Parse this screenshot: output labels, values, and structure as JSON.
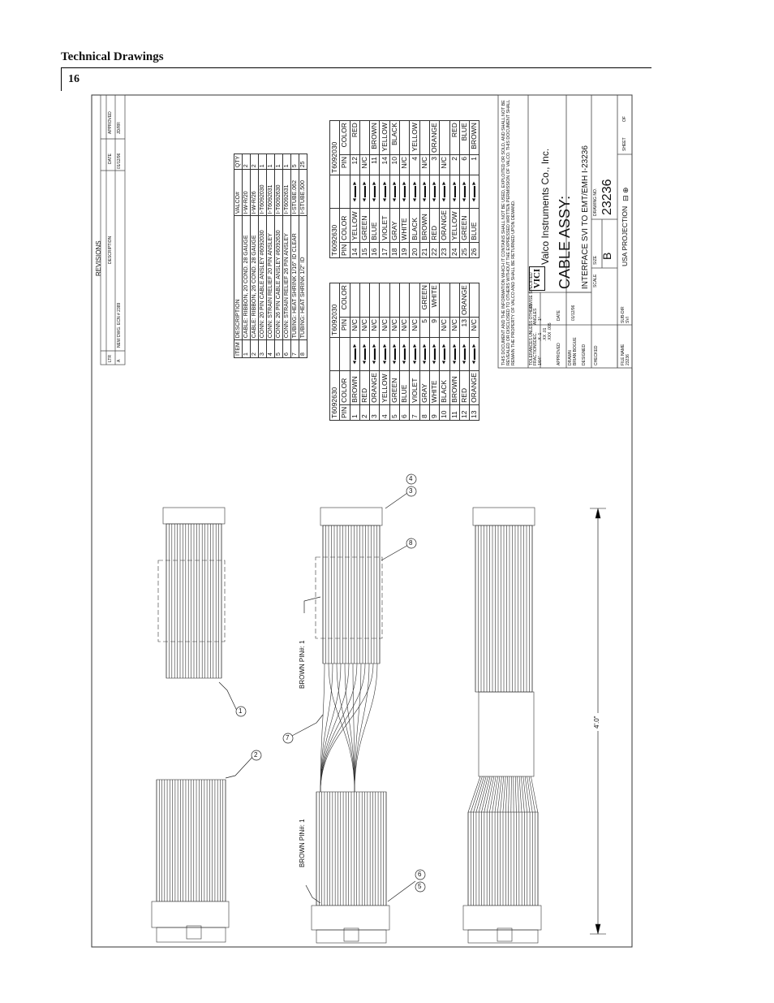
{
  "page": {
    "section_title": "Technical Drawings",
    "page_number": "16"
  },
  "revisions": {
    "title": "REVISIONS",
    "col_ltr": "LTR",
    "col_description": "DESCRIPTION",
    "col_date": "DATE",
    "col_approved": "APPROVED",
    "rows": [
      {
        "ltr": "A",
        "description": "NEW DWG. ECN # 2389",
        "date": "01/12/96",
        "approved": "JD/RR"
      }
    ]
  },
  "bom": {
    "col_item": "ITEM",
    "col_description": "DESCRIPTION",
    "col_valco": "VALCO#",
    "col_qty": "QTY",
    "rows": [
      {
        "item": "1",
        "description": "CABLE: RIBBON, 20 COND. 28 GAUGE",
        "valco": "I-W-R/20",
        "qty": "2"
      },
      {
        "item": "2",
        "description": "CABLE: RIBBON, 26 COND. 28 GAUGE",
        "valco": "I-W-R/26",
        "qty": "2"
      },
      {
        "item": "3",
        "description": "CONN: 20 PIN CABLE ANSLEY #6092030",
        "valco": "I-T6092030",
        "qty": "1"
      },
      {
        "item": "4",
        "description": "CONN: STRAIN RELIEF 20 PIN ANSLEY",
        "valco": "I-T6092031",
        "qty": "1"
      },
      {
        "item": "5",
        "description": "CONN: 26 PIN CABLE ANSLEY #6092630",
        "valco": "I-T6092630",
        "qty": "1"
      },
      {
        "item": "6",
        "description": "CONN: STRAIN RELIEF 26 PIN ANSLEY",
        "valco": "I-T6092631",
        "qty": "1"
      },
      {
        "item": "7",
        "description": "TUBING: HEAT SHRINK 1/16\" ID CLEAR",
        "valco": "I-STUBE.062",
        "qty": "5"
      },
      {
        "item": "8",
        "description": "TUBING: HEAT SHRINK 1/2\" ID",
        "valco": "I-STUBE.500",
        "qty": "25"
      }
    ]
  },
  "wiring_left": {
    "conn_a": "T6092630",
    "conn_b": "T6092030",
    "col_pin": "PIN",
    "col_color": "COLOR",
    "rows": [
      {
        "pin": "1",
        "color": "BROWN",
        "pin2": "N/C",
        "color2": ""
      },
      {
        "pin": "2",
        "color": "RED",
        "pin2": "N/C",
        "color2": ""
      },
      {
        "pin": "3",
        "color": "ORANGE",
        "pin2": "N/C",
        "color2": ""
      },
      {
        "pin": "4",
        "color": "YELLOW",
        "pin2": "N/C",
        "color2": ""
      },
      {
        "pin": "5",
        "color": "GREEN",
        "pin2": "N/C",
        "color2": ""
      },
      {
        "pin": "6",
        "color": "BLUE",
        "pin2": "N/C",
        "color2": ""
      },
      {
        "pin": "7",
        "color": "VIOLET",
        "pin2": "N/C",
        "color2": ""
      },
      {
        "pin": "8",
        "color": "GRAY",
        "pin2": "5",
        "color2": "GREEN"
      },
      {
        "pin": "9",
        "color": "WHITE",
        "pin2": "9",
        "color2": "WHITE"
      },
      {
        "pin": "10",
        "color": "BLACK",
        "pin2": "N/C",
        "color2": ""
      },
      {
        "pin": "11",
        "color": "BROWN",
        "pin2": "N/C",
        "color2": ""
      },
      {
        "pin": "12",
        "color": "RED",
        "pin2": "13",
        "color2": "ORANGE"
      },
      {
        "pin": "13",
        "color": "ORANGE",
        "pin2": "N/C",
        "color2": ""
      }
    ]
  },
  "wiring_right": {
    "conn_a": "T6092630",
    "conn_b": "T6092030",
    "col_pin": "PIN",
    "col_color": "COLOR",
    "rows": [
      {
        "pin": "14",
        "color": "YELLOW",
        "pin2": "12",
        "color2": "RED"
      },
      {
        "pin": "15",
        "color": "GREEN",
        "pin2": "N/C",
        "color2": ""
      },
      {
        "pin": "16",
        "color": "BLUE",
        "pin2": "11",
        "color2": "BROWN"
      },
      {
        "pin": "17",
        "color": "VIOLET",
        "pin2": "14",
        "color2": "YELLOW"
      },
      {
        "pin": "18",
        "color": "GRAY",
        "pin2": "10",
        "color2": "BLACK"
      },
      {
        "pin": "19",
        "color": "WHITE",
        "pin2": "N/C",
        "color2": ""
      },
      {
        "pin": "20",
        "color": "BLACK",
        "pin2": "4",
        "color2": "YELLOW"
      },
      {
        "pin": "21",
        "color": "BROWN",
        "pin2": "N/C",
        "color2": ""
      },
      {
        "pin": "22",
        "color": "RED",
        "pin2": "3",
        "color2": "ORANGE"
      },
      {
        "pin": "23",
        "color": "ORANGE",
        "pin2": "N/C",
        "color2": ""
      },
      {
        "pin": "24",
        "color": "YELLOW",
        "pin2": "2",
        "color2": "RED"
      },
      {
        "pin": "25",
        "color": "GREEN",
        "pin2": "6",
        "color2": "BLUE"
      },
      {
        "pin": "26",
        "color": "BLUE",
        "pin2": "1",
        "color2": "BROWN"
      }
    ]
  },
  "title_block": {
    "notice": "THIS DOCUMENT AND THE INFORMATION WHICH IT CONTAINS SHALL NOT BE USED, EXPLOITED OR SOLD, AND SHALL NOT BE REVEALED OR DISCLOSED TO OTHERS WITHOUT THE EXPRESSED WRITTEN PERMISSION OF VALCO. THIS DOCUMENT SHALL REMAIN THE PROPERTY OF VALCO AND SHALL BE RETURNED UPON DEMAND.",
    "company": "Valco Instruments Co., Inc.",
    "logo": "VICI",
    "title_label": "CABLE ASSY:",
    "title_desc": "INTERFACE SVI TO EMT/EMH   I-23236",
    "tolerances": "TOLERANCES UNLESS OTHERWISE SPECIFIED",
    "fractions": "FRACTIONS",
    "dec": "DEC.",
    "angles": "ANGLES",
    "frac_val": "1/64\"",
    "dec_val1": ".X   .1",
    "dec_val2": ".XX  .01",
    "dec_val3": ".XXX .005",
    "angle_val": "1°",
    "finish": "63",
    "approved": "APPROVED",
    "date": "DATE",
    "drawn": "DRAWN",
    "drawn_by": "BRIAN BOGUE",
    "drawn_date": "01/12/96",
    "designed": "DESIGNED",
    "checked": "CHECKED",
    "file_name_label": "FILE NAME",
    "file_name": "23236",
    "subdir_label": "SUB-DIR",
    "subdir": "SVI",
    "scale": "SCALE",
    "size_label": "SIZE",
    "size": "B",
    "drawing_no_label": "DRAWING NO.",
    "drawing_no": "23236",
    "projection": "USA PROJECTION",
    "sheet": "SHEET",
    "of": "OF"
  },
  "callouts": {
    "brown_pin_upper": "BROWN PIN#: 1",
    "brown_pin_lower": "BROWN PIN#: 1",
    "length": "4'.0\"",
    "c1": "1",
    "c2": "2",
    "c3": "3",
    "c4": "4",
    "c5": "5",
    "c6": "6",
    "c7": "7",
    "c8": "8"
  }
}
